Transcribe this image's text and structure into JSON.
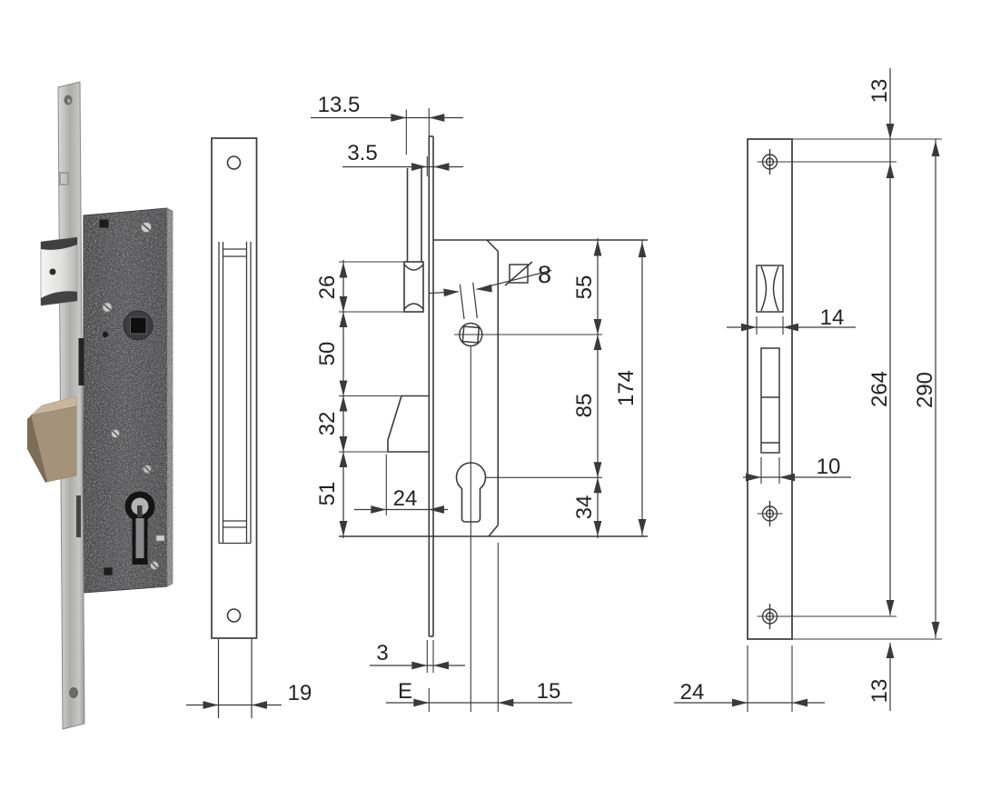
{
  "figure": {
    "kind": "technical-drawing",
    "subject": "mortise lock, faceplate front view, lock section view and strike plate with dimensions",
    "background_color": "#ffffff",
    "line_color": "#3a3a3a",
    "text_color": "#242424"
  },
  "photo_colors": {
    "lock_body": "#4b4b4d",
    "faceplate": "#b9b9b7",
    "latch_bolt": "#ededeb",
    "deadbolt": "#a5927a"
  },
  "faceplate": {
    "d19": "19"
  },
  "section": {
    "d13_5": "13.5",
    "d3_5": "3.5",
    "d26": "26",
    "d50": "50",
    "d32": "32",
    "d51": "51",
    "d24": "24",
    "square_symbol": "8",
    "d55": "55",
    "d85": "85",
    "d34": "34",
    "d174": "174",
    "d3": "3",
    "dE": "E",
    "d15": "15"
  },
  "strike": {
    "d13_top": "13",
    "d14": "14",
    "d264": "264",
    "d290": "290",
    "d10": "10",
    "d24": "24",
    "d13_bottom": "13"
  }
}
